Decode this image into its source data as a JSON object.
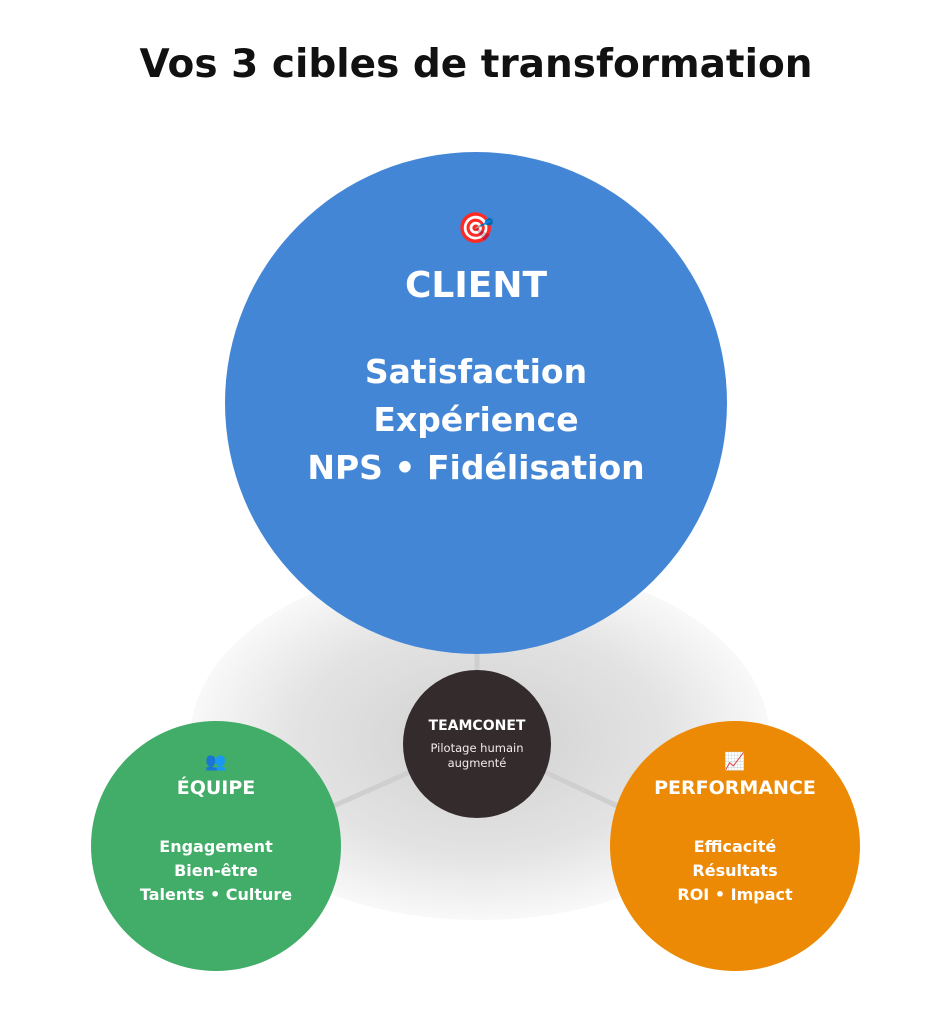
{
  "title": "Vos 3 cibles de transformation",
  "colors": {
    "client": "#4486d6",
    "hub": "#332b2c",
    "equipe": "#42ad68",
    "performance": "#ec8a05",
    "connector": "#cfcfcf",
    "background": "#ffffff"
  },
  "client": {
    "icon": "🎯",
    "icon_name": "target-dart-icon",
    "label": "CLIENT",
    "items": [
      "Satisfaction",
      "Expérience",
      "NPS • Fidélisation"
    ]
  },
  "hub": {
    "label": "TEAMCONET",
    "subtitle_lines": [
      "Pilotage humain",
      "augmenté"
    ]
  },
  "equipe": {
    "icon": "👥",
    "icon_name": "people-icon",
    "label": "ÉQUIPE",
    "items": [
      "Engagement",
      "Bien-être",
      "Talents • Culture"
    ]
  },
  "performance": {
    "icon": "📈",
    "icon_name": "chart-increasing-icon",
    "label": "PERFORMANCE",
    "items": [
      "Efficacité",
      "Résultats",
      "ROI • Impact"
    ]
  }
}
